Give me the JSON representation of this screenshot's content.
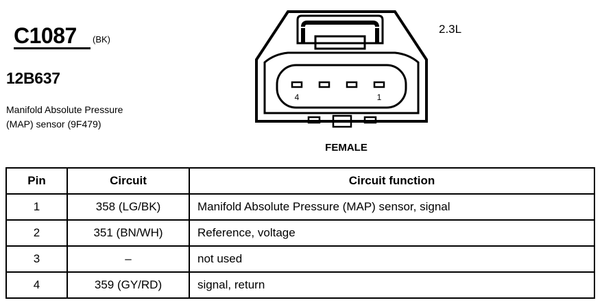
{
  "header": {
    "connector_id": "C1087",
    "connector_color": "(BK)",
    "part_number": "12B637",
    "description_line1": "Manifold Absolute Pressure",
    "description_line2": "(MAP) sensor (9F479)"
  },
  "diagram": {
    "engine": "2.3L",
    "view": "FEMALE",
    "pin_label_left": "4",
    "pin_label_right": "1"
  },
  "table": {
    "headers": [
      "Pin",
      "Circuit",
      "Circuit function"
    ],
    "rows": [
      {
        "pin": "1",
        "circuit": "358 (LG/BK)",
        "function": "Manifold Absolute Pressure (MAP) sensor, signal"
      },
      {
        "pin": "2",
        "circuit": "351 (BN/WH)",
        "function": "Reference, voltage"
      },
      {
        "pin": "3",
        "circuit": "–",
        "function": "not used"
      },
      {
        "pin": "4",
        "circuit": "359 (GY/RD)",
        "function": "signal, return"
      }
    ]
  }
}
